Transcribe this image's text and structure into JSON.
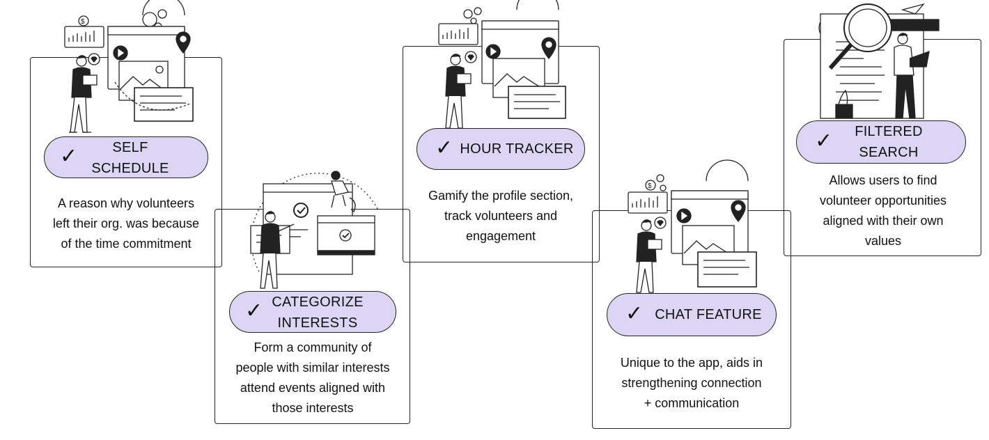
{
  "features": [
    {
      "id": "self-schedule",
      "title_lines": [
        "SELF",
        "SCHEDULE"
      ],
      "description_lines": [
        "A reason why volunteers",
        "left their org. was because",
        "of the time commitment"
      ]
    },
    {
      "id": "categorize-interests",
      "title_lines": [
        "CATEGORIZE",
        "INTERESTS"
      ],
      "description_lines": [
        "Form a community of",
        "people with similar interests",
        "attend events aligned with",
        "those interests"
      ]
    },
    {
      "id": "hour-tracker",
      "title_lines": [
        "HOUR TRACKER"
      ],
      "description_lines": [
        "Gamify the profile section,",
        "track volunteers and",
        "engagement"
      ]
    },
    {
      "id": "chat-feature",
      "title_lines": [
        "CHAT FEATURE"
      ],
      "description_lines": [
        "Unique to the app, aids in",
        "strengthening connection",
        "+ communication"
      ]
    },
    {
      "id": "filtered-search",
      "title_lines": [
        "FILTERED",
        "SEARCH"
      ],
      "description_lines": [
        "Allows users to find",
        "volunteer opportunities",
        "aligned with their own",
        "values"
      ]
    }
  ],
  "icons": {
    "check": "checkmark-icon",
    "illustration_dashboard": "person-dashboard-illustration",
    "illustration_interests": "interest-selection-illustration",
    "illustration_search": "magnifier-search-illustration"
  },
  "colors": {
    "pill_fill": "#dcd6f4",
    "border": "#222222",
    "ink": "#111111"
  },
  "check_glyph": "✓"
}
